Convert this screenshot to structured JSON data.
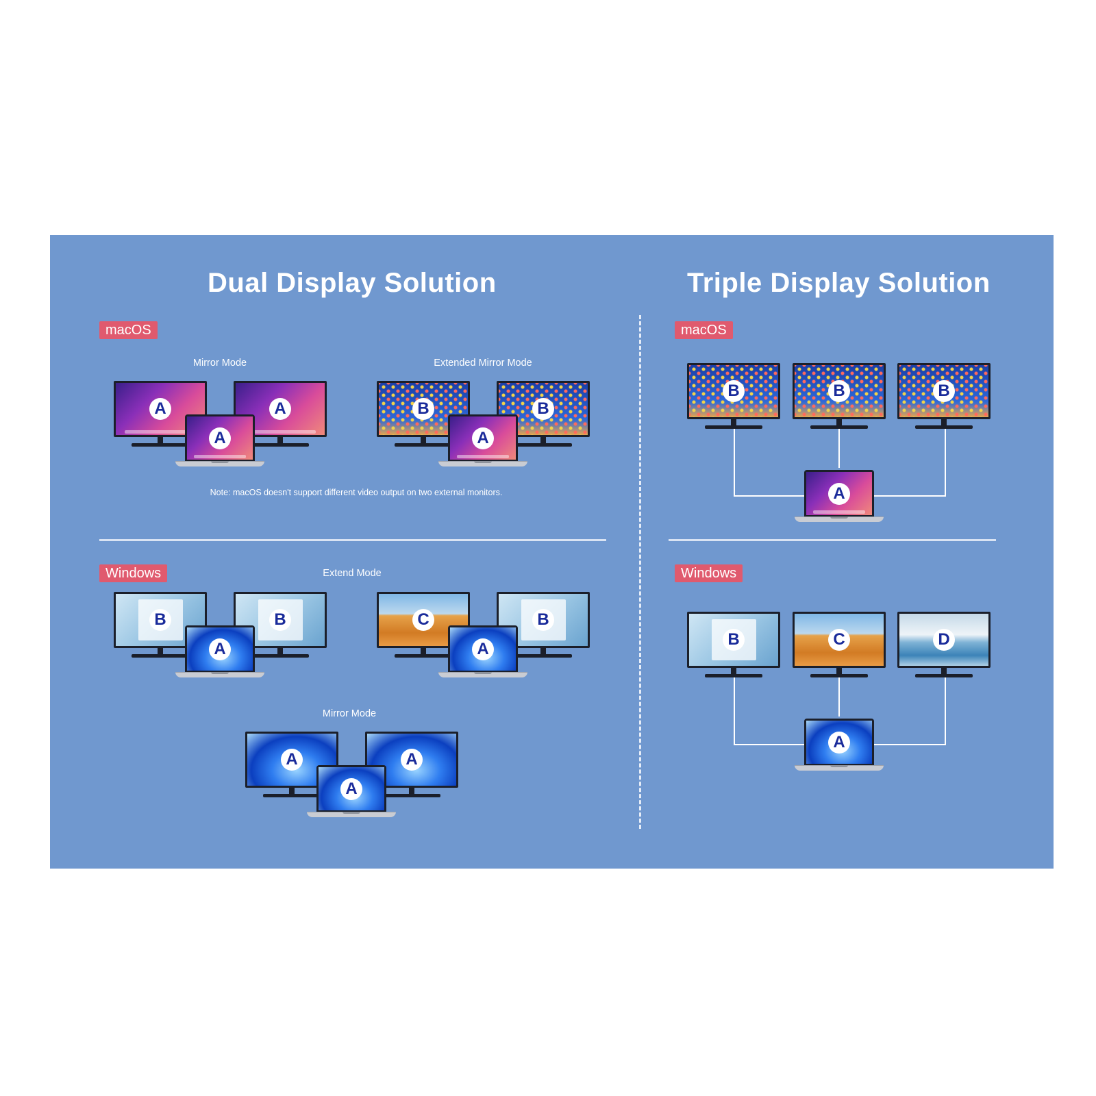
{
  "dual": {
    "title": "Dual Display Solution",
    "macos_badge": "macOS",
    "mirror_mode": "Mirror Mode",
    "extended_mirror_mode": "Extended Mirror Mode",
    "note": "Note: macOS doesn't support different video output on two external monitors.",
    "windows_badge": "Windows",
    "extend_mode": "Extend Mode",
    "win_mirror_mode": "Mirror Mode"
  },
  "triple": {
    "title": "Triple Display Solution",
    "macos_badge": "macOS",
    "windows_badge": "Windows"
  },
  "letters": {
    "a": "A",
    "b": "B",
    "c": "C",
    "d": "D"
  },
  "colors": {
    "background": "#7098cf",
    "badge": "#e05a6e",
    "letter": "#1a2b9a"
  }
}
